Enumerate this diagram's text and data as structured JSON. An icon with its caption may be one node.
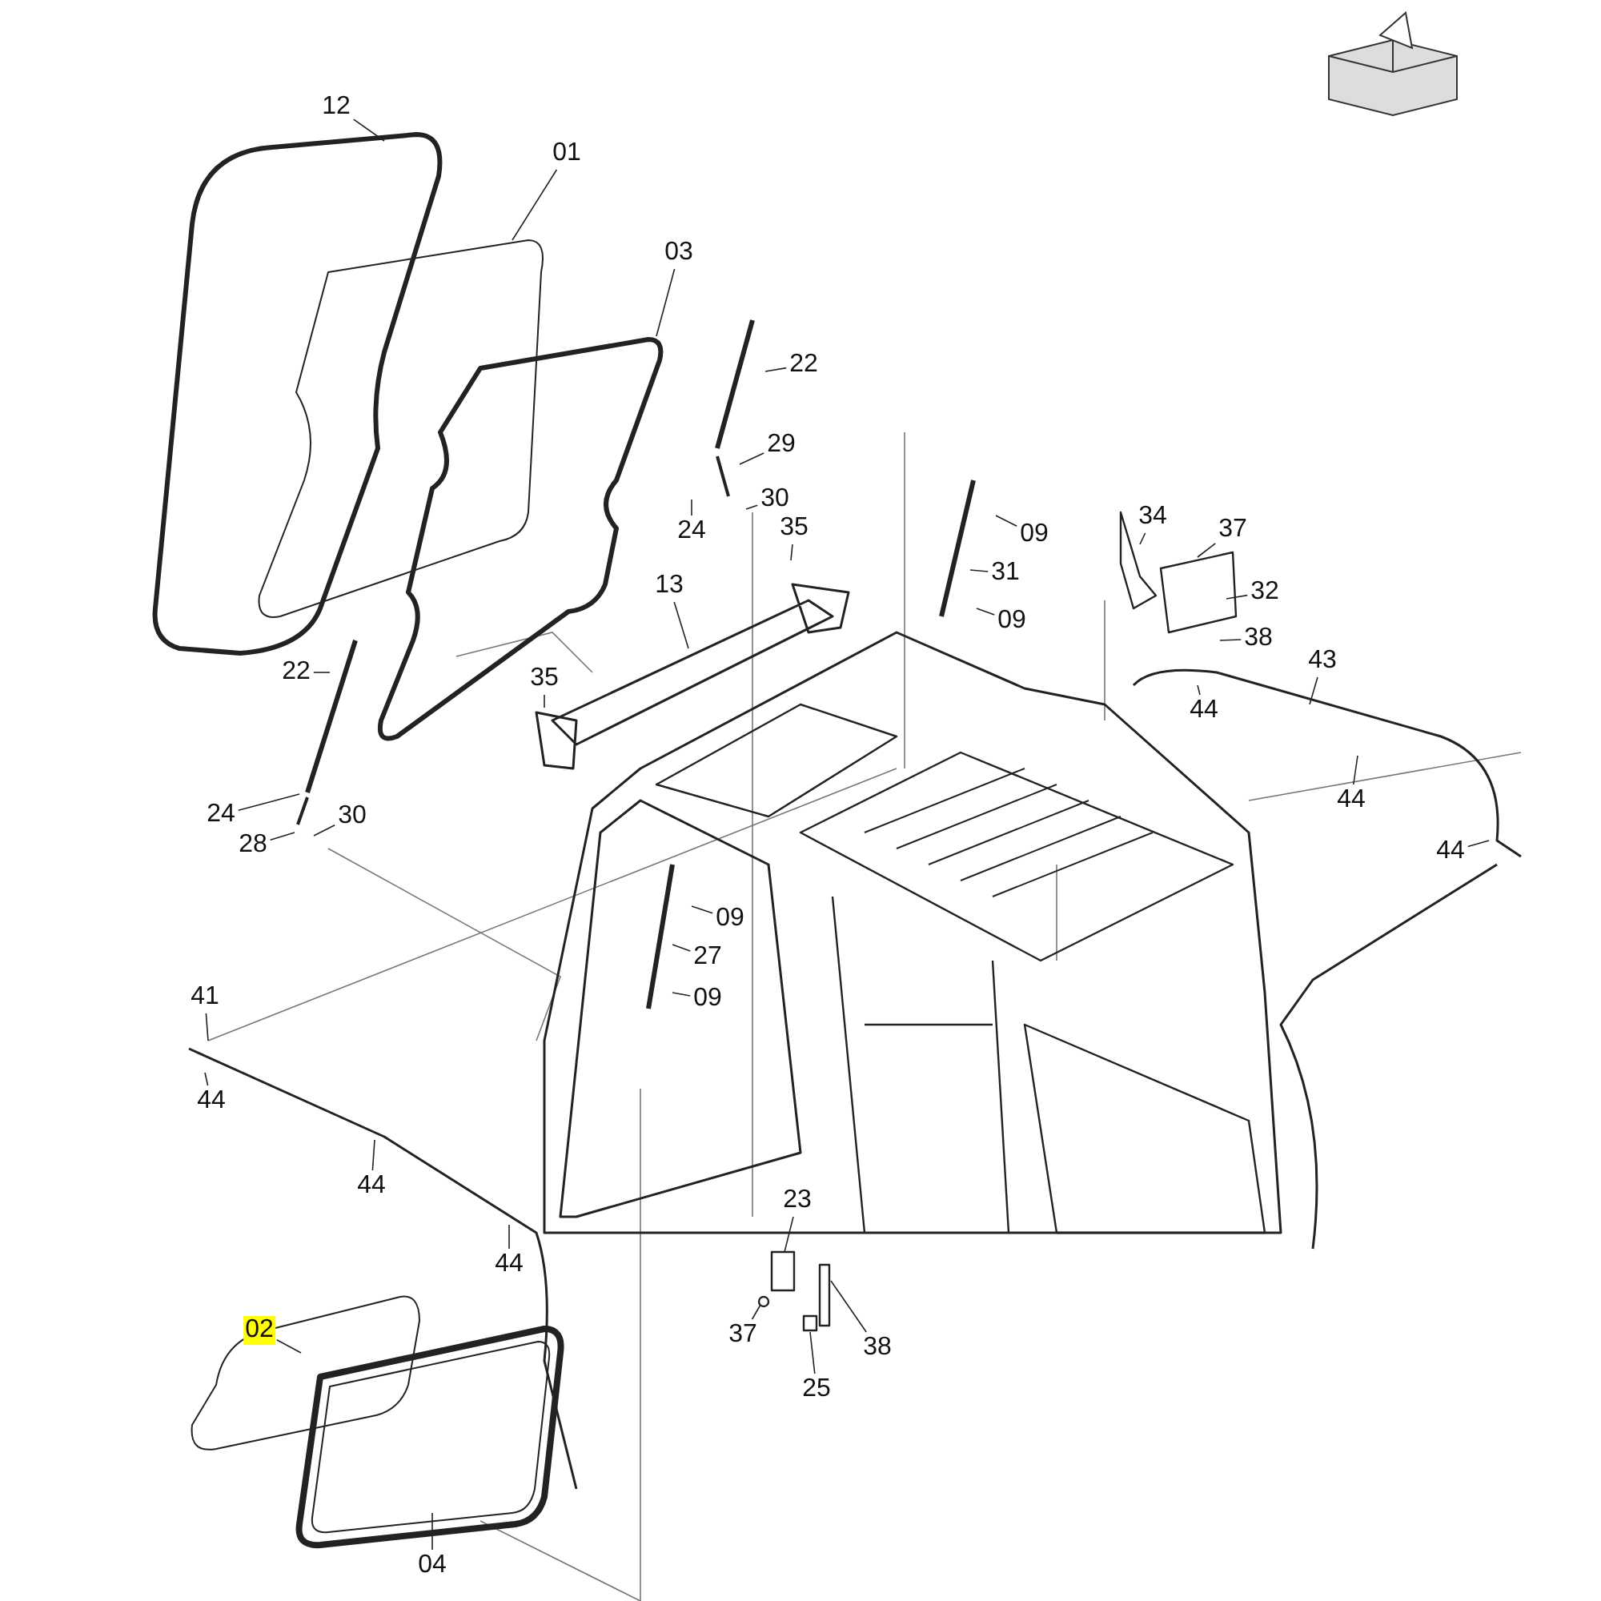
{
  "diagram": {
    "nodes": [
      {
        "text": [
          "12"
        ]
      },
      {
        "text": [
          "01"
        ]
      },
      {
        "text": [
          "03"
        ]
      },
      {
        "text": [
          "22"
        ]
      },
      {
        "text": [
          "29"
        ]
      },
      {
        "text": [
          "30"
        ]
      },
      {
        "text": [
          "24"
        ]
      },
      {
        "text": [
          "35"
        ]
      },
      {
        "text": [
          "09"
        ]
      },
      {
        "text": [
          "31"
        ]
      },
      {
        "text": [
          "09"
        ]
      },
      {
        "text": [
          "34"
        ]
      },
      {
        "text": [
          "37"
        ]
      },
      {
        "text": [
          "32"
        ]
      },
      {
        "text": [
          "38"
        ]
      },
      {
        "text": [
          "13"
        ]
      },
      {
        "text": [
          "43"
        ]
      },
      {
        "text": [
          "22"
        ]
      },
      {
        "text": [
          "35"
        ]
      },
      {
        "text": [
          "44"
        ]
      },
      {
        "text": [
          "24"
        ]
      },
      {
        "text": [
          "28"
        ]
      },
      {
        "text": [
          "30"
        ]
      },
      {
        "text": [
          "44"
        ]
      },
      {
        "text": [
          "44"
        ]
      },
      {
        "text": [
          "09"
        ]
      },
      {
        "text": [
          "27"
        ]
      },
      {
        "text": [
          "09"
        ]
      },
      {
        "text": [
          "41"
        ]
      },
      {
        "text": [
          "44"
        ]
      },
      {
        "text": [
          "44"
        ]
      },
      {
        "text": [
          "44"
        ]
      },
      {
        "text": [
          "23"
        ]
      },
      {
        "text": [
          "02"
        ]
      },
      {
        "text": [
          "37"
        ]
      },
      {
        "text": [
          "38"
        ]
      },
      {
        "text": [
          "25"
        ]
      },
      {
        "text": [
          "04"
        ]
      }
    ],
    "edges": [
      {
        "from": 0,
        "to": null,
        "arrow": "none"
      },
      {
        "from": 1,
        "to": null,
        "arrow": "none"
      },
      {
        "from": 2,
        "to": null,
        "arrow": "none"
      },
      {
        "from": 3,
        "to": null,
        "arrow": "none"
      },
      {
        "from": 4,
        "to": null,
        "arrow": "none"
      },
      {
        "from": 5,
        "to": null,
        "arrow": "none"
      },
      {
        "from": 6,
        "to": null,
        "arrow": "none"
      },
      {
        "from": 7,
        "to": null,
        "arrow": "none"
      },
      {
        "from": 8,
        "to": null,
        "arrow": "none"
      },
      {
        "from": 9,
        "to": null,
        "arrow": "none"
      },
      {
        "from": 10,
        "to": null,
        "arrow": "none"
      },
      {
        "from": 11,
        "to": null,
        "arrow": "none"
      },
      {
        "from": 12,
        "to": null,
        "arrow": "none"
      },
      {
        "from": 13,
        "to": null,
        "arrow": "none"
      },
      {
        "from": 14,
        "to": null,
        "arrow": "none"
      },
      {
        "from": 15,
        "to": null,
        "arrow": "none"
      },
      {
        "from": 16,
        "to": null,
        "arrow": "none"
      },
      {
        "from": 17,
        "to": null,
        "arrow": "none"
      },
      {
        "from": 18,
        "to": null,
        "arrow": "none"
      },
      {
        "from": 19,
        "to": null,
        "arrow": "none"
      },
      {
        "from": 20,
        "to": null,
        "arrow": "none"
      },
      {
        "from": 21,
        "to": null,
        "arrow": "none"
      },
      {
        "from": 22,
        "to": null,
        "arrow": "none"
      },
      {
        "from": 23,
        "to": null,
        "arrow": "none"
      },
      {
        "from": 24,
        "to": null,
        "arrow": "none"
      },
      {
        "from": 25,
        "to": null,
        "arrow": "none"
      },
      {
        "from": 26,
        "to": null,
        "arrow": "none"
      },
      {
        "from": 27,
        "to": null,
        "arrow": "none"
      },
      {
        "from": 28,
        "to": null,
        "arrow": "none"
      },
      {
        "from": 29,
        "to": null,
        "arrow": "none"
      },
      {
        "from": 30,
        "to": null,
        "arrow": "none"
      },
      {
        "from": 31,
        "to": null,
        "arrow": "none"
      },
      {
        "from": 32,
        "to": null,
        "arrow": "none"
      },
      {
        "from": 33,
        "to": null,
        "arrow": "none"
      },
      {
        "from": 34,
        "to": null,
        "arrow": "none"
      },
      {
        "from": 35,
        "to": null,
        "arrow": "none"
      },
      {
        "from": 36,
        "to": null,
        "arrow": "none"
      },
      {
        "from": 37,
        "to": null,
        "arrow": "none"
      }
    ]
  }
}
